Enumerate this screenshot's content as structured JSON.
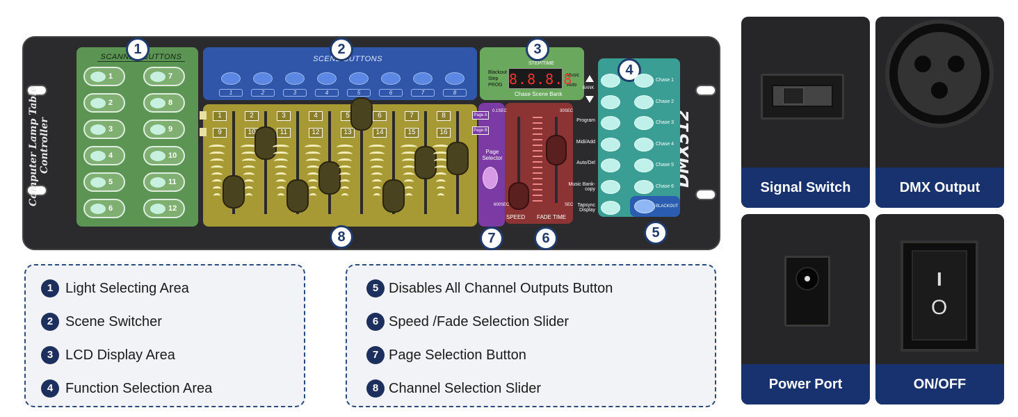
{
  "device": {
    "side_brand": "Computer Lamp Table Controller",
    "model": "DMX512",
    "scanner_title": "SCANNER BUTTONS",
    "scene_title": "SCENE BUTTONS",
    "scanner_numbers": [
      "1",
      "2",
      "3",
      "4",
      "5",
      "6",
      "7",
      "8",
      "9",
      "10",
      "11",
      "12"
    ],
    "scene_numbers": [
      "1",
      "2",
      "3",
      "4",
      "5",
      "6",
      "7",
      "8"
    ],
    "channel_top": [
      "1",
      "2",
      "3",
      "4",
      "5",
      "6",
      "7",
      "8"
    ],
    "channel_bottom": [
      "9",
      "10",
      "11",
      "12",
      "13",
      "14",
      "15",
      "16"
    ],
    "lcd": {
      "top": "STEP/TIME",
      "left": [
        "Blackout",
        "Step",
        "PROG"
      ],
      "right": [
        "Music",
        "Auto"
      ],
      "display": "8.8.8.8",
      "bottom": "Chase  Scene  Bank",
      "bank": "BANK"
    },
    "page": {
      "a": "Page A",
      "b": "Page B",
      "selector": "Page Selector"
    },
    "speed": {
      "top_left": "0.1SEC",
      "top_right": "30SEC",
      "bottom_left": "600SEC",
      "bottom_right": "SEC",
      "speed": "SPEED",
      "fade": "FADE TIME"
    },
    "functions_left": [
      "Program",
      "Midi/Add",
      "Auto/Del",
      "Music Bank-copy",
      "Tapsync Display"
    ],
    "chase_labels": [
      "Chase 1",
      "Chase 2",
      "Chase 3",
      "Chase 4",
      "Chase 5",
      "Chase 6"
    ],
    "blackout": "BLACKOUT"
  },
  "callouts": [
    "1",
    "2",
    "3",
    "4",
    "5",
    "6",
    "7",
    "8"
  ],
  "legend_left": [
    {
      "num": "1",
      "text": "Light Selecting Area"
    },
    {
      "num": "2",
      "text": "Scene Switcher"
    },
    {
      "num": "3",
      "text": "LCD Display Area"
    },
    {
      "num": "4",
      "text": "Function Selection Area"
    }
  ],
  "legend_right": [
    {
      "num": "5",
      "text": "Disables All Channel Outputs Button"
    },
    {
      "num": "6",
      "text": "Speed /Fade Selection Slider"
    },
    {
      "num": "7",
      "text": "Page Selection Button"
    },
    {
      "num": "8",
      "text": "Channel Selection Slider"
    }
  ],
  "tiles": {
    "signal_switch": "Signal Switch",
    "dmx_output": "DMX Output",
    "power_port": "Power Port",
    "on_off": "ON/OFF",
    "switch_on": "I",
    "switch_off": "O"
  },
  "colors": {
    "zone1": "#5f9a55",
    "zone2": "#2f56a8",
    "zone3": "#6aa85e",
    "zone4": "#3a9e95",
    "zone5": "#2a5db0",
    "zone6": "#8c3434",
    "zone7": "#7b3aa4",
    "zone8": "#a79a35",
    "navy": "#17326e"
  }
}
